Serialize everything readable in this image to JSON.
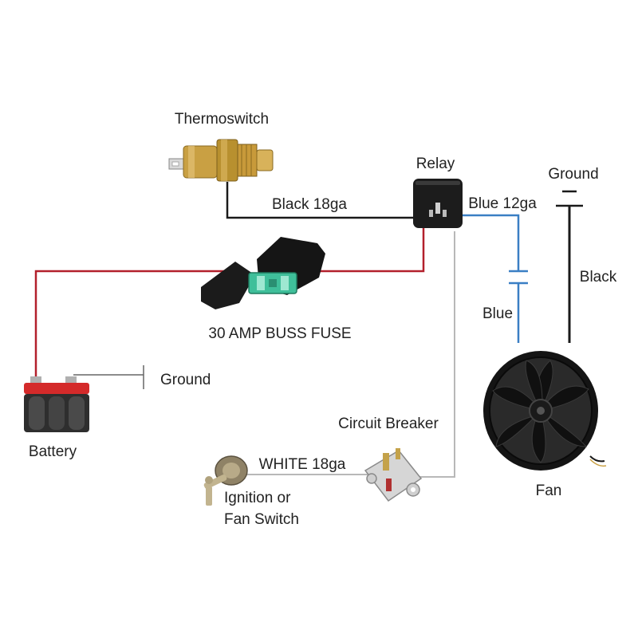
{
  "labels": {
    "thermoswitch": "Thermoswitch",
    "relay": "Relay",
    "ground_top": "Ground",
    "black_18ga": "Black 18ga",
    "blue_12ga": "Blue 12ga",
    "black": "Black",
    "blue": "Blue",
    "fuse": "30 AMP BUSS FUSE",
    "ground_battery": "Ground",
    "battery": "Battery",
    "circuit_breaker": "Circuit Breaker",
    "white_18ga": "WHITE 18ga",
    "ignition_line1": "Ignition or",
    "ignition_line2": "Fan Switch",
    "fan": "Fan"
  },
  "colors": {
    "black_wire": "#1a1a1a",
    "red_wire": "#b3202c",
    "blue_wire": "#3a7fc4",
    "white_wire": "#b8b8b8",
    "ground_wire": "#666666",
    "brass": "#c9a043",
    "battery_red": "#d42a2a",
    "fuse_green": "#3fbf9a"
  },
  "icons": [
    "thermoswitch-icon",
    "relay-icon",
    "fuse-holder-icon",
    "battery-icon",
    "circuit-breaker-icon",
    "ignition-switch-icon",
    "fan-icon"
  ]
}
